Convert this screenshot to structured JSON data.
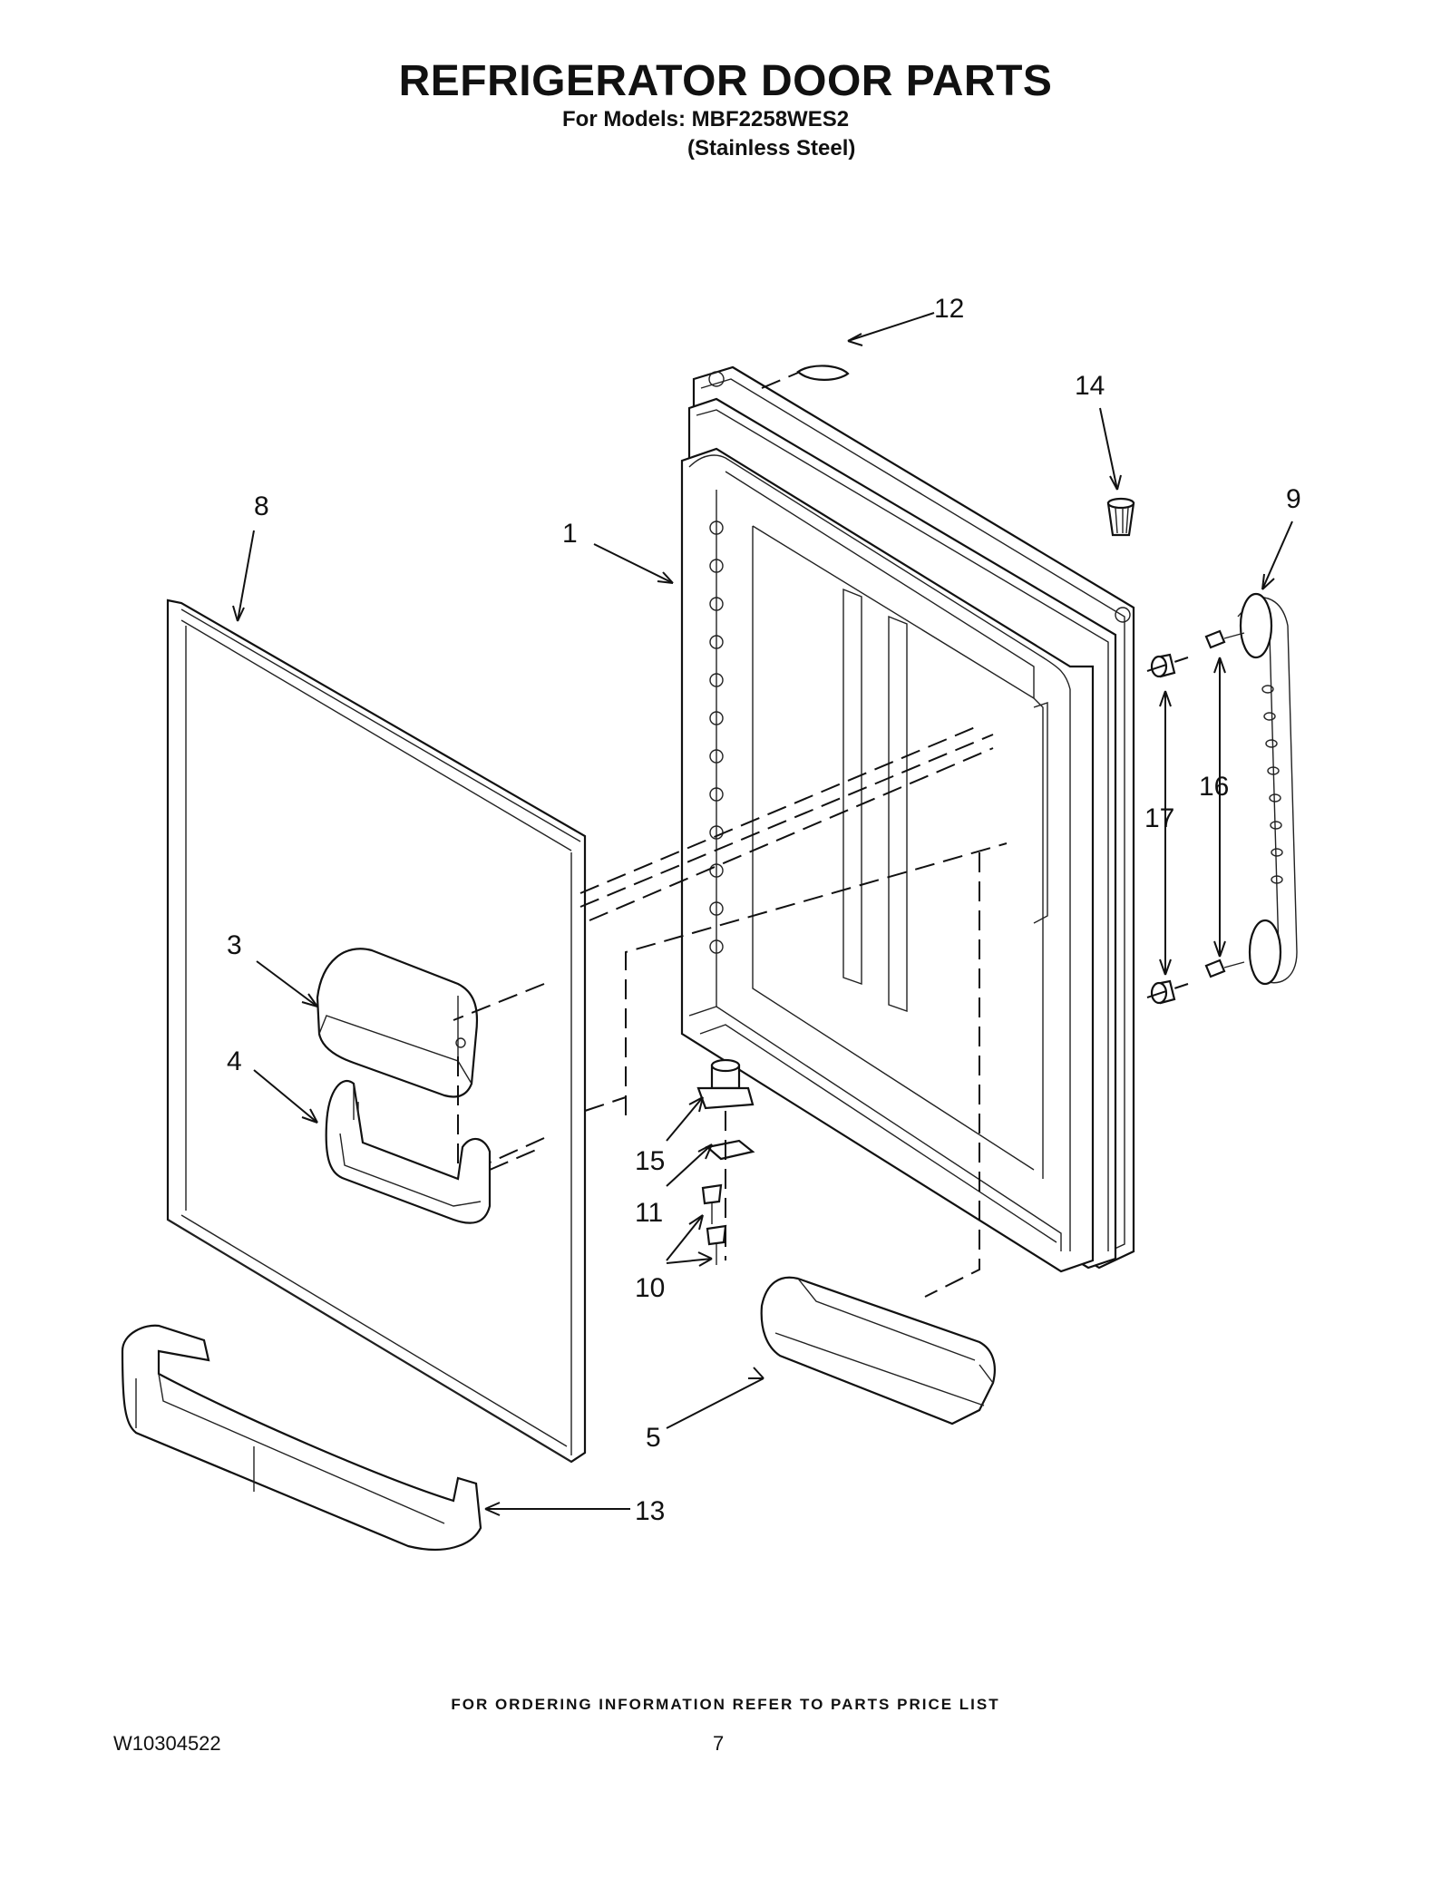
{
  "header": {
    "title": "REFRIGERATOR DOOR PARTS",
    "models_line": "For Models: MBF2258WES2",
    "finish_line": "(Stainless Steel)"
  },
  "callouts": [
    "12",
    "14",
    "9",
    "8",
    "1",
    "16",
    "17",
    "3",
    "4",
    "15",
    "11",
    "10",
    "5",
    "13"
  ],
  "footer": {
    "ordering_note": "FOR ORDERING INFORMATION REFER TO PARTS PRICE LIST",
    "document_number": "W10304522",
    "page_number": "7"
  }
}
